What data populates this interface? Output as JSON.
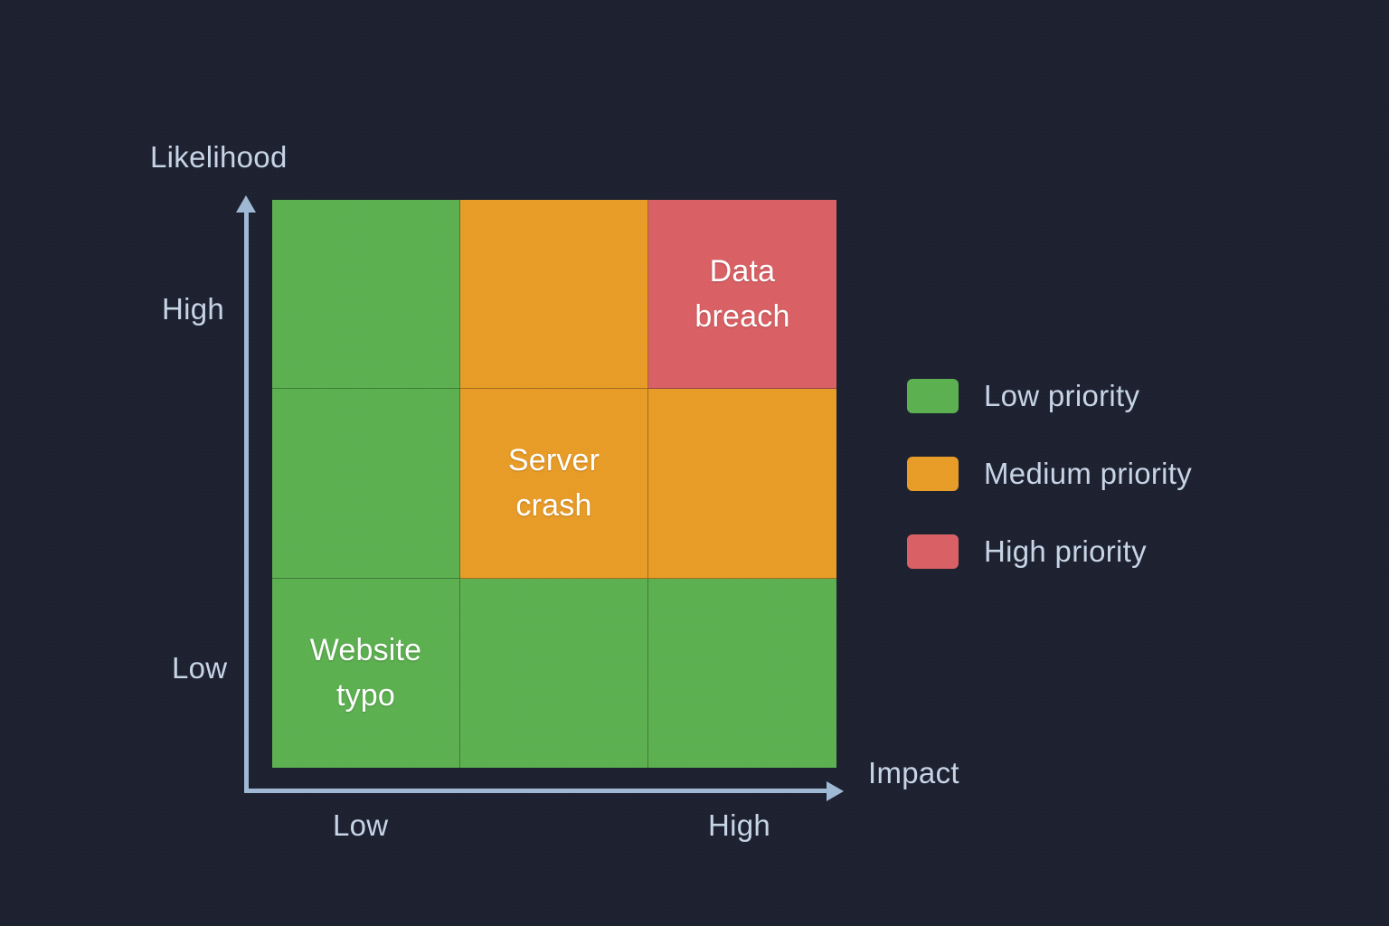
{
  "background_color": "#1e2230",
  "axis_color": "#9fb8d4",
  "text_color": "#c6d4e6",
  "chart_data": {
    "type": "heatmap",
    "title": "",
    "xlabel": "Impact",
    "ylabel": "Likelihood",
    "x_ticks": [
      "Low",
      "High"
    ],
    "y_ticks": [
      "Low",
      "High"
    ],
    "grid": true,
    "legend_position": "right",
    "colors": {
      "low": "#5cb050",
      "medium": "#e89c28",
      "high": "#d96165"
    },
    "rows": 3,
    "columns": 3,
    "cells": [
      {
        "row": 0,
        "col": 0,
        "priority": "low",
        "color": "#5cb050",
        "label": ""
      },
      {
        "row": 0,
        "col": 1,
        "priority": "medium",
        "color": "#e89c28",
        "label": ""
      },
      {
        "row": 0,
        "col": 2,
        "priority": "high",
        "color": "#d96165",
        "label": "Data\nbreach"
      },
      {
        "row": 1,
        "col": 0,
        "priority": "low",
        "color": "#5cb050",
        "label": ""
      },
      {
        "row": 1,
        "col": 1,
        "priority": "medium",
        "color": "#e89c28",
        "label": "Server\ncrash"
      },
      {
        "row": 1,
        "col": 2,
        "priority": "medium",
        "color": "#e89c28",
        "label": ""
      },
      {
        "row": 2,
        "col": 0,
        "priority": "low",
        "color": "#5cb050",
        "label": "Website\ntypo"
      },
      {
        "row": 2,
        "col": 1,
        "priority": "low",
        "color": "#5cb050",
        "label": ""
      },
      {
        "row": 2,
        "col": 2,
        "priority": "low",
        "color": "#5cb050",
        "label": ""
      }
    ],
    "annotations": [
      {
        "text": "Data breach",
        "impact": "High",
        "likelihood": "High"
      },
      {
        "text": "Server crash",
        "impact": "Medium",
        "likelihood": "Medium"
      },
      {
        "text": "Website typo",
        "impact": "Low",
        "likelihood": "Low"
      }
    ]
  },
  "axes": {
    "y_title": "Likelihood",
    "x_title": "Impact",
    "y_tick_high": "High",
    "y_tick_low": "Low",
    "x_tick_low": "Low",
    "x_tick_high": "High"
  },
  "legend": {
    "items": [
      {
        "label": "Low priority",
        "color": "#5cb050"
      },
      {
        "label": "Medium priority",
        "color": "#e89c28"
      },
      {
        "label": "High priority",
        "color": "#d96165"
      }
    ]
  }
}
